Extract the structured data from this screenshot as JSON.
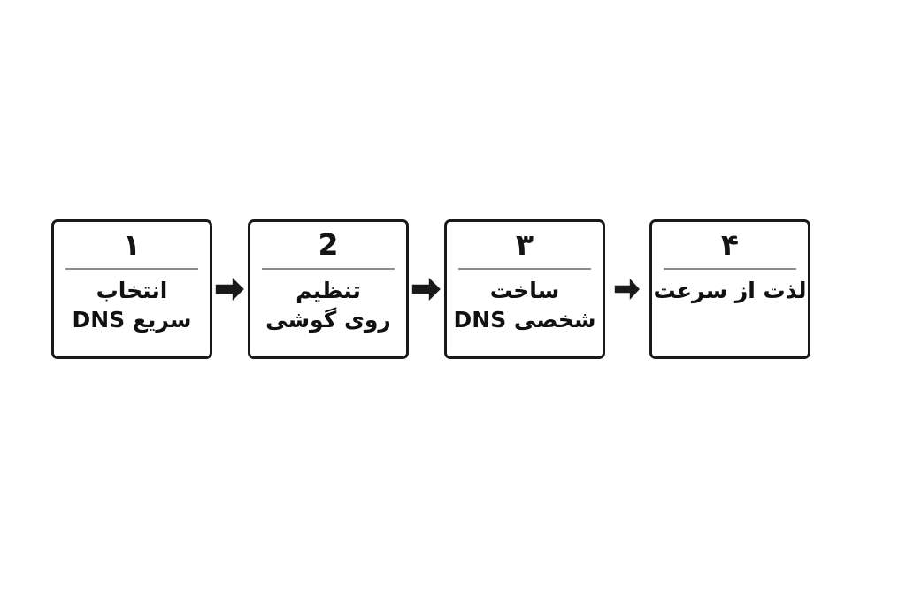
{
  "diagram": {
    "type": "horizontal-process-flow",
    "direction": "rtl-content-ltr-progression",
    "background_color": "#ffffff",
    "box_border_color": "#191919",
    "box_fill_color": "#ffffff",
    "divider_color": "#8d8d8d",
    "arrow_color": "#1a1a1a",
    "text_color": "#111111",
    "steps": [
      {
        "number": "۱",
        "lines": [
          "انتخاب",
          "سریع DNS"
        ]
      },
      {
        "number": "2",
        "lines": [
          "تنظیم",
          "روی گوشی"
        ]
      },
      {
        "number": "۳",
        "lines": [
          "ساخت",
          "شخصی DNS"
        ]
      },
      {
        "number": "۴",
        "lines": [
          "لذت از سرعت",
          ""
        ]
      }
    ],
    "arrows": [
      {
        "name": "arrow-step1-to-step2",
        "glyph": "right-arrow"
      },
      {
        "name": "arrow-step2-to-step3",
        "glyph": "right-arrow"
      },
      {
        "name": "arrow-step3-to-step4",
        "glyph": "right-arrow"
      }
    ]
  }
}
